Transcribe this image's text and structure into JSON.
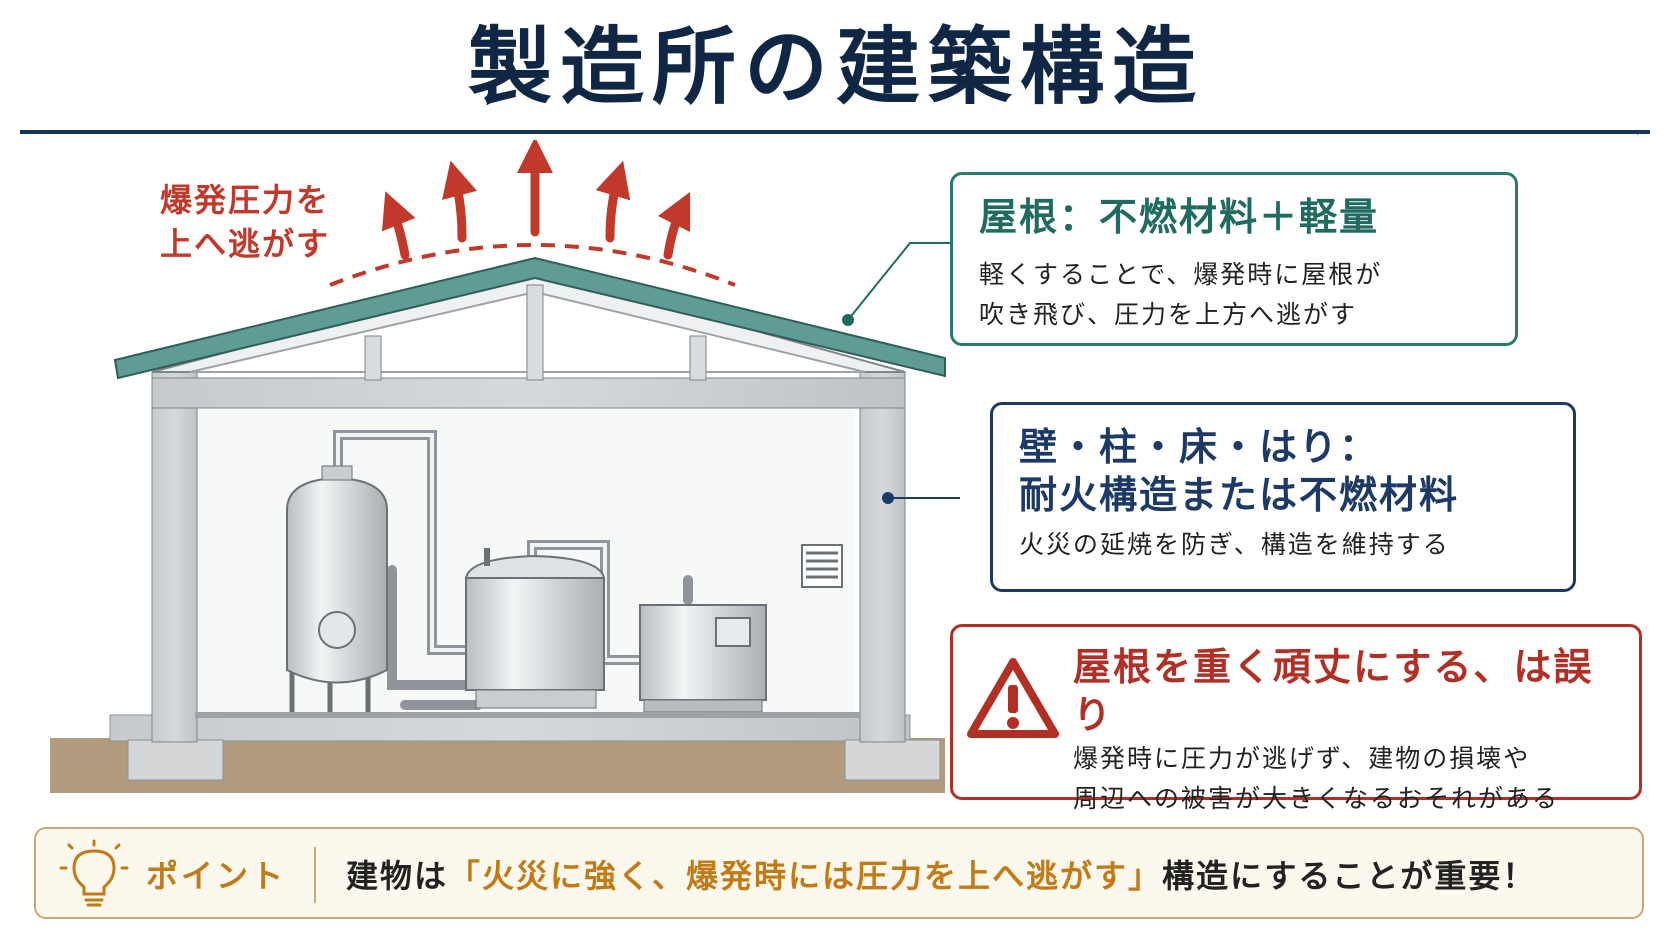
{
  "title": "製造所の建築構造",
  "explosion_label": [
    "爆発圧力を",
    "上へ逃がす"
  ],
  "roof_callout": {
    "heading": "屋根：不燃材料＋軽量",
    "body": [
      "軽くすることで、爆発時に屋根が",
      "吹き飛び、圧力を上方へ逃がす"
    ]
  },
  "wall_callout": {
    "heading": [
      "壁・柱・床・はり：",
      "耐火構造または不燃材料"
    ],
    "body": "火災の延焼を防ぎ、構造を維持する"
  },
  "warning_callout": {
    "heading": "屋根を重く頑丈にする、は誤り",
    "body": [
      "爆発時に圧力が逃げず、建物の損壊や",
      "周辺への被害が大きくなるおそれがある"
    ]
  },
  "point": {
    "label": "ポイント",
    "text_before": "建物は",
    "text_highlight": "「火災に強く、爆発時には圧力を上へ逃がす」",
    "text_after": "構造にすることが重要！"
  },
  "colors": {
    "title": "#0f2744",
    "roof_teal": "#5e9c94",
    "wall_navy": "#1d3a66",
    "warning_red": "#b22f25",
    "arrow_red": "#c0392b",
    "point_orange": "#c27a16"
  },
  "icons": [
    "up-arrow-icon",
    "warning-triangle-icon",
    "lightbulb-icon"
  ]
}
